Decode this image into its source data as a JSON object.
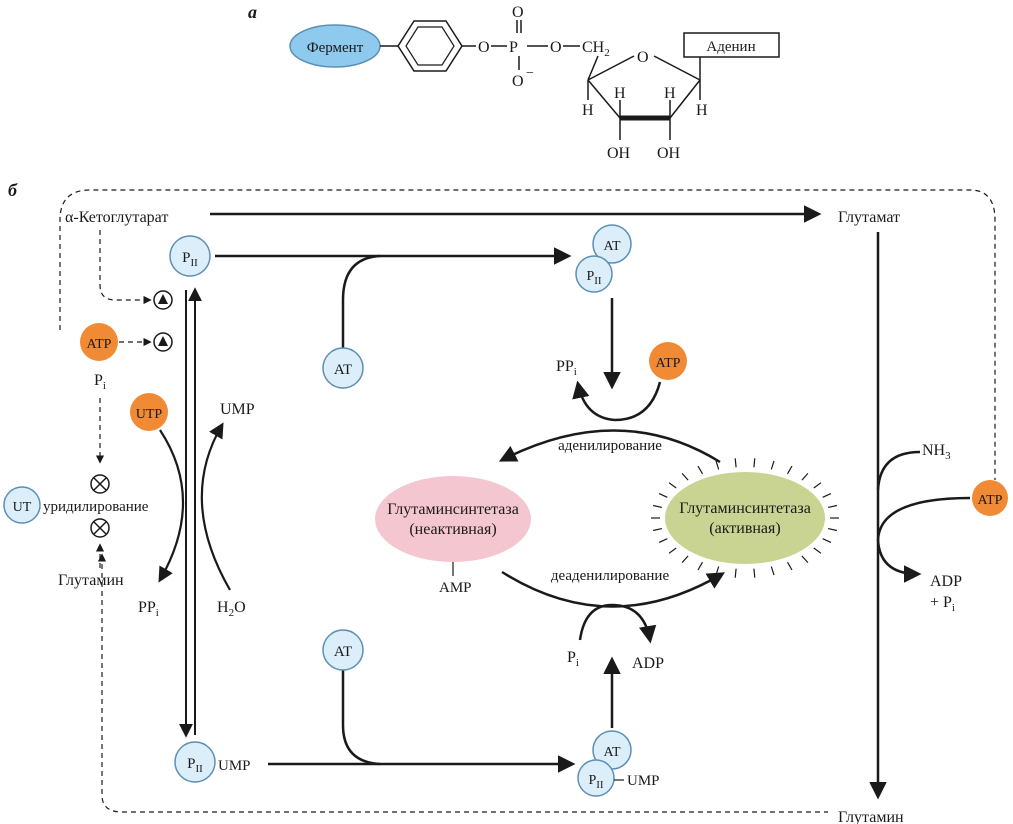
{
  "panel_a": {
    "label": "а",
    "enzyme": "Фермент",
    "adenine": "Аденин",
    "O": "O",
    "O2": "O",
    "O_ring": "O",
    "O_minus": "O",
    "minus": "−",
    "P": "P",
    "CH2": "CH",
    "CH2_sub": "2",
    "H1": "H",
    "H2": "H",
    "H3": "H",
    "H4": "H",
    "OH1": "OH",
    "OH2": "OH"
  },
  "panel_b": {
    "label": "б",
    "alpha_kg": "α-Кетоглутарат",
    "glutamate": "Глутамат",
    "glutamine_left": "Глутамин",
    "glutamine_bottom": "Глутамин",
    "pii": "P",
    "pii_sub": "II",
    "at": "AT",
    "atp": "ATP",
    "utp": "UTP",
    "ut": "UT",
    "ump": "UMP",
    "ump_bottom": "UMP",
    "ump_complex": "UMP",
    "pi_p": "P",
    "pi_i": "i",
    "ppi_pp": "PP",
    "ppi_i": "i",
    "h2o_h": "H",
    "h2o_2": "2",
    "h2o_o": "O",
    "uridylation": "уридилирование",
    "adenylation": "аденилирование",
    "deadenylation": "деаденилирование",
    "gs_inactive_1": "Глутаминсинтетаза",
    "gs_inactive_2": "(неактивная)",
    "gs_active_1": "Глутаминсинтетаза",
    "gs_active_2": "(активная)",
    "amp": "AMP",
    "adp": "ADP",
    "adp_right": "ADP",
    "plus_pi": "+ P",
    "nh3": "NH",
    "nh3_sub": "3"
  },
  "colors": {
    "enzyme_fill": "#8ec9ee",
    "light_blue": "#dceefa",
    "blue_stroke": "#5b8fb5",
    "orange": "#f08a35",
    "pink": "#f4c6cf",
    "green": "#c9d392",
    "line": "#1a1a1a"
  }
}
